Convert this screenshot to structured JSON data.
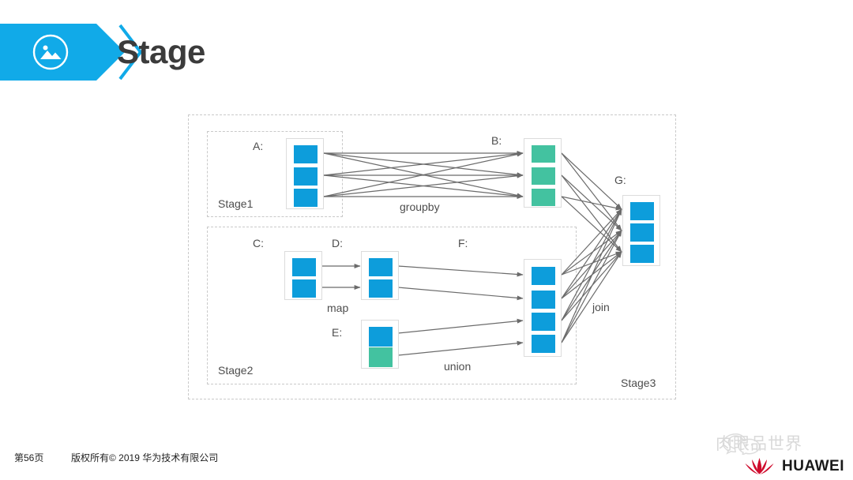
{
  "header": {
    "title": "Stage",
    "icon": "picture-icon",
    "chevron": "chevron-right-icon",
    "accent_color": "#11AAE8",
    "title_color": "#3b3b3b"
  },
  "footer": {
    "page_label": "第56页",
    "copyright": "版权所有© 2019 华为技术有限公司",
    "watermark_text": "肉眼品世界",
    "watermark_icon": "wechat-icon",
    "brand_name": "HUAWEI",
    "brand_icon": "huawei-flower-logo",
    "brand_color": "#cf0a2c"
  },
  "chart_data": {
    "type": "diagram",
    "title": "Stage",
    "diagram_kind": "spark-rdd-stage-dag",
    "colors": {
      "blue_partition": "#0d9ddb",
      "green_partition": "#43c2a0",
      "edge": "#6b6b6b",
      "dashed_border": "#c9c9c9",
      "rdd_border": "#dcdcdc"
    },
    "stages": [
      {
        "id": "stage1",
        "label": "Stage1"
      },
      {
        "id": "stage2",
        "label": "Stage2"
      },
      {
        "id": "stage3",
        "label": "Stage3"
      }
    ],
    "rdds": [
      {
        "id": "A",
        "label": "A:",
        "stage": "stage1",
        "partitions": [
          "blue",
          "blue",
          "blue"
        ],
        "count": 3
      },
      {
        "id": "B",
        "label": "B:",
        "stage": "stage3",
        "partitions": [
          "green",
          "green",
          "green"
        ],
        "count": 3
      },
      {
        "id": "C",
        "label": "C:",
        "stage": "stage2",
        "partitions": [
          "blue",
          "blue"
        ],
        "count": 2
      },
      {
        "id": "D",
        "label": "D:",
        "stage": "stage2",
        "partitions": [
          "blue",
          "blue"
        ],
        "count": 2
      },
      {
        "id": "E",
        "label": "E:",
        "stage": "stage2",
        "partitions": [
          "blue",
          "green"
        ],
        "count": 2
      },
      {
        "id": "F",
        "label": "F:",
        "stage": "stage2",
        "partitions": [
          "blue",
          "blue",
          "blue",
          "blue"
        ],
        "count": 4
      },
      {
        "id": "G",
        "label": "G:",
        "stage": "stage3",
        "partitions": [
          "blue",
          "blue",
          "blue"
        ],
        "count": 3
      }
    ],
    "operations": [
      {
        "id": "groupby",
        "label": "groupby",
        "from": "A",
        "to": "B",
        "kind": "wide"
      },
      {
        "id": "map",
        "label": "map",
        "from": "C",
        "to": "D",
        "kind": "narrow"
      },
      {
        "id": "union",
        "label": "union",
        "from": "D,E",
        "to": "F",
        "kind": "narrow"
      },
      {
        "id": "join",
        "label": "join",
        "from": "B,F",
        "to": "G",
        "kind": "wide"
      }
    ]
  }
}
